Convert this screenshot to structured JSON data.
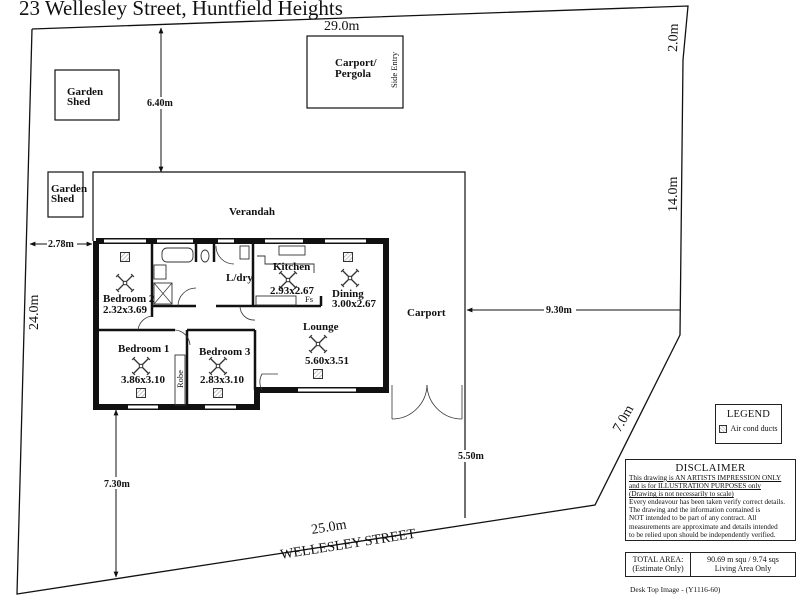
{
  "title": "23 Wellesley Street, Huntfield Heights",
  "site": {
    "boundary_dims": {
      "top": "29.0m",
      "top_right": "2.0m",
      "right": "14.0m",
      "right_diagonal": "7.0m",
      "bottom": "25.0m",
      "left": "24.0m"
    },
    "street_name": "WELLESLEY STREET",
    "setbacks": {
      "rear": "6.40m",
      "side_left": "2.78m",
      "side_right": "9.30m",
      "front_left": "7.30m",
      "front_right": "5.50m"
    }
  },
  "structures": {
    "garden_shed_1": {
      "line1": "Garden",
      "line2": "Shed"
    },
    "garden_shed_2": {
      "line1": "Garden",
      "line2": "Shed"
    },
    "carport_pergola": {
      "line1": "Carport/",
      "line2": "Pergola",
      "side_label": "Side Entry"
    },
    "verandah": "Verandah",
    "carport": "Carport"
  },
  "rooms": {
    "bedroom2": {
      "name": "Bedroom 2",
      "size": "2.32x3.69"
    },
    "laundry": {
      "name": "L/dry"
    },
    "kitchen": {
      "name": "Kitchen",
      "size": "2.93x2.67",
      "fridge": "Fs"
    },
    "dining": {
      "name": "Dining",
      "size": "3.00x2.67"
    },
    "lounge": {
      "name": "Lounge",
      "size": "5.60x3.51"
    },
    "bedroom1": {
      "name": "Bedroom 1",
      "size": "3.86x3.10",
      "robe": "Robe"
    },
    "bedroom3": {
      "name": "Bedroom 3",
      "size": "2.83x3.10"
    }
  },
  "legend": {
    "title": "LEGEND",
    "items": [
      {
        "icon": "air-duct-icon",
        "label": "Air cond ducts"
      }
    ]
  },
  "disclaimer": {
    "title": "DISCLAIMER",
    "underlined": [
      "This drawing is AN ARTISTS IMPRESSION ONLY",
      "and is for ILLUSTRATION PURPOSES only",
      "(Drawing is not necessarily to scale)"
    ],
    "lines": [
      "Every endeavour has been taken verify correct details.",
      "The drawing and the information contained is",
      "NOT intended to be part of any contract.  All",
      "measurements are approximate and details intended",
      "to be relied upon should be independently verified."
    ]
  },
  "total_area": {
    "label1": "TOTAL AREA:",
    "label2": "(Estimate Only)",
    "value1": "90.69 m squ /  9.74 sqs",
    "value2": "Living Area Only"
  },
  "footer": "Desk Top Image - (Y1116-60)",
  "colors": {
    "line": "#111111",
    "background": "#ffffff",
    "duct": "#bbbbbb"
  }
}
